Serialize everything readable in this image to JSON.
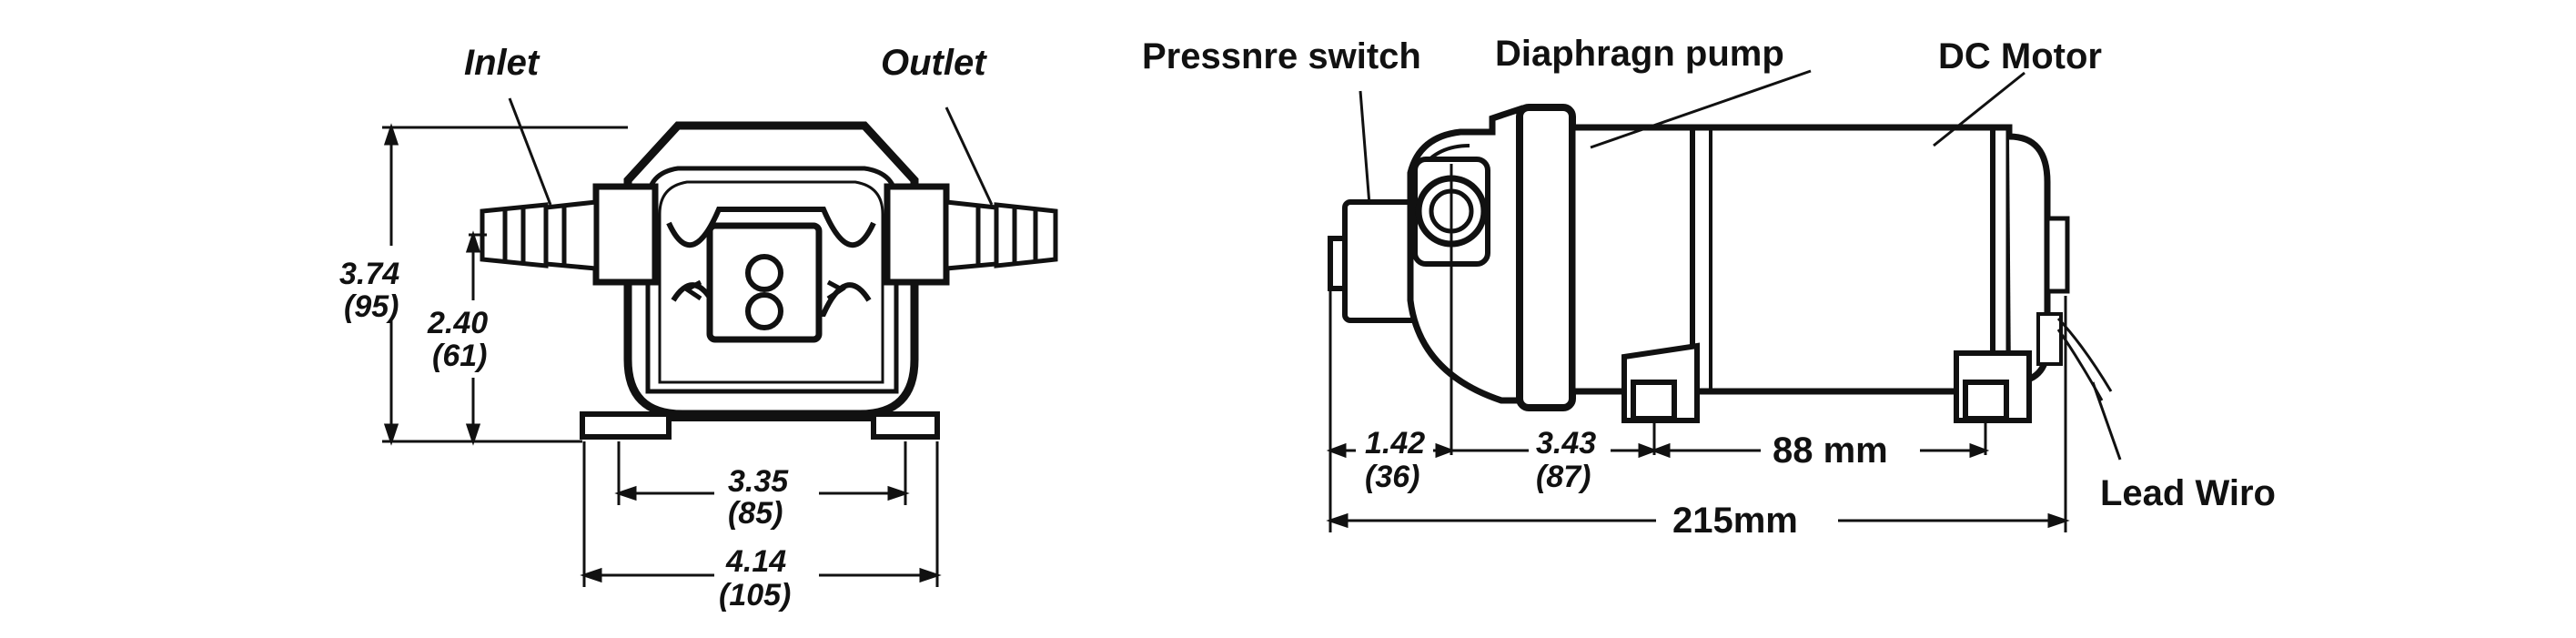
{
  "labels": {
    "inlet": "Inlet",
    "outlet": "Outlet",
    "pressure_switch": "Pressnre switch",
    "diaphragm_pump": "Diaphragn pump",
    "dc_motor": "DC Motor",
    "lead_wire": "Lead Wiro"
  },
  "front_view": {
    "height_in": "3.74",
    "height_mm": "(95)",
    "port_height_in": "2.40",
    "port_height_mm": "(61)",
    "mount_spacing_in": "3.35",
    "mount_spacing_mm": "(85)",
    "base_width_in": "4.14",
    "base_width_mm": "(105)"
  },
  "side_view": {
    "switch_offset_in": "1.42",
    "switch_offset_mm": "(36)",
    "pump_offset_in": "3.43",
    "pump_offset_mm": "(87)",
    "mount_spacing": "88 mm",
    "overall_length": "215mm"
  },
  "colors": {
    "ink": "#111111",
    "background": "#ffffff"
  }
}
